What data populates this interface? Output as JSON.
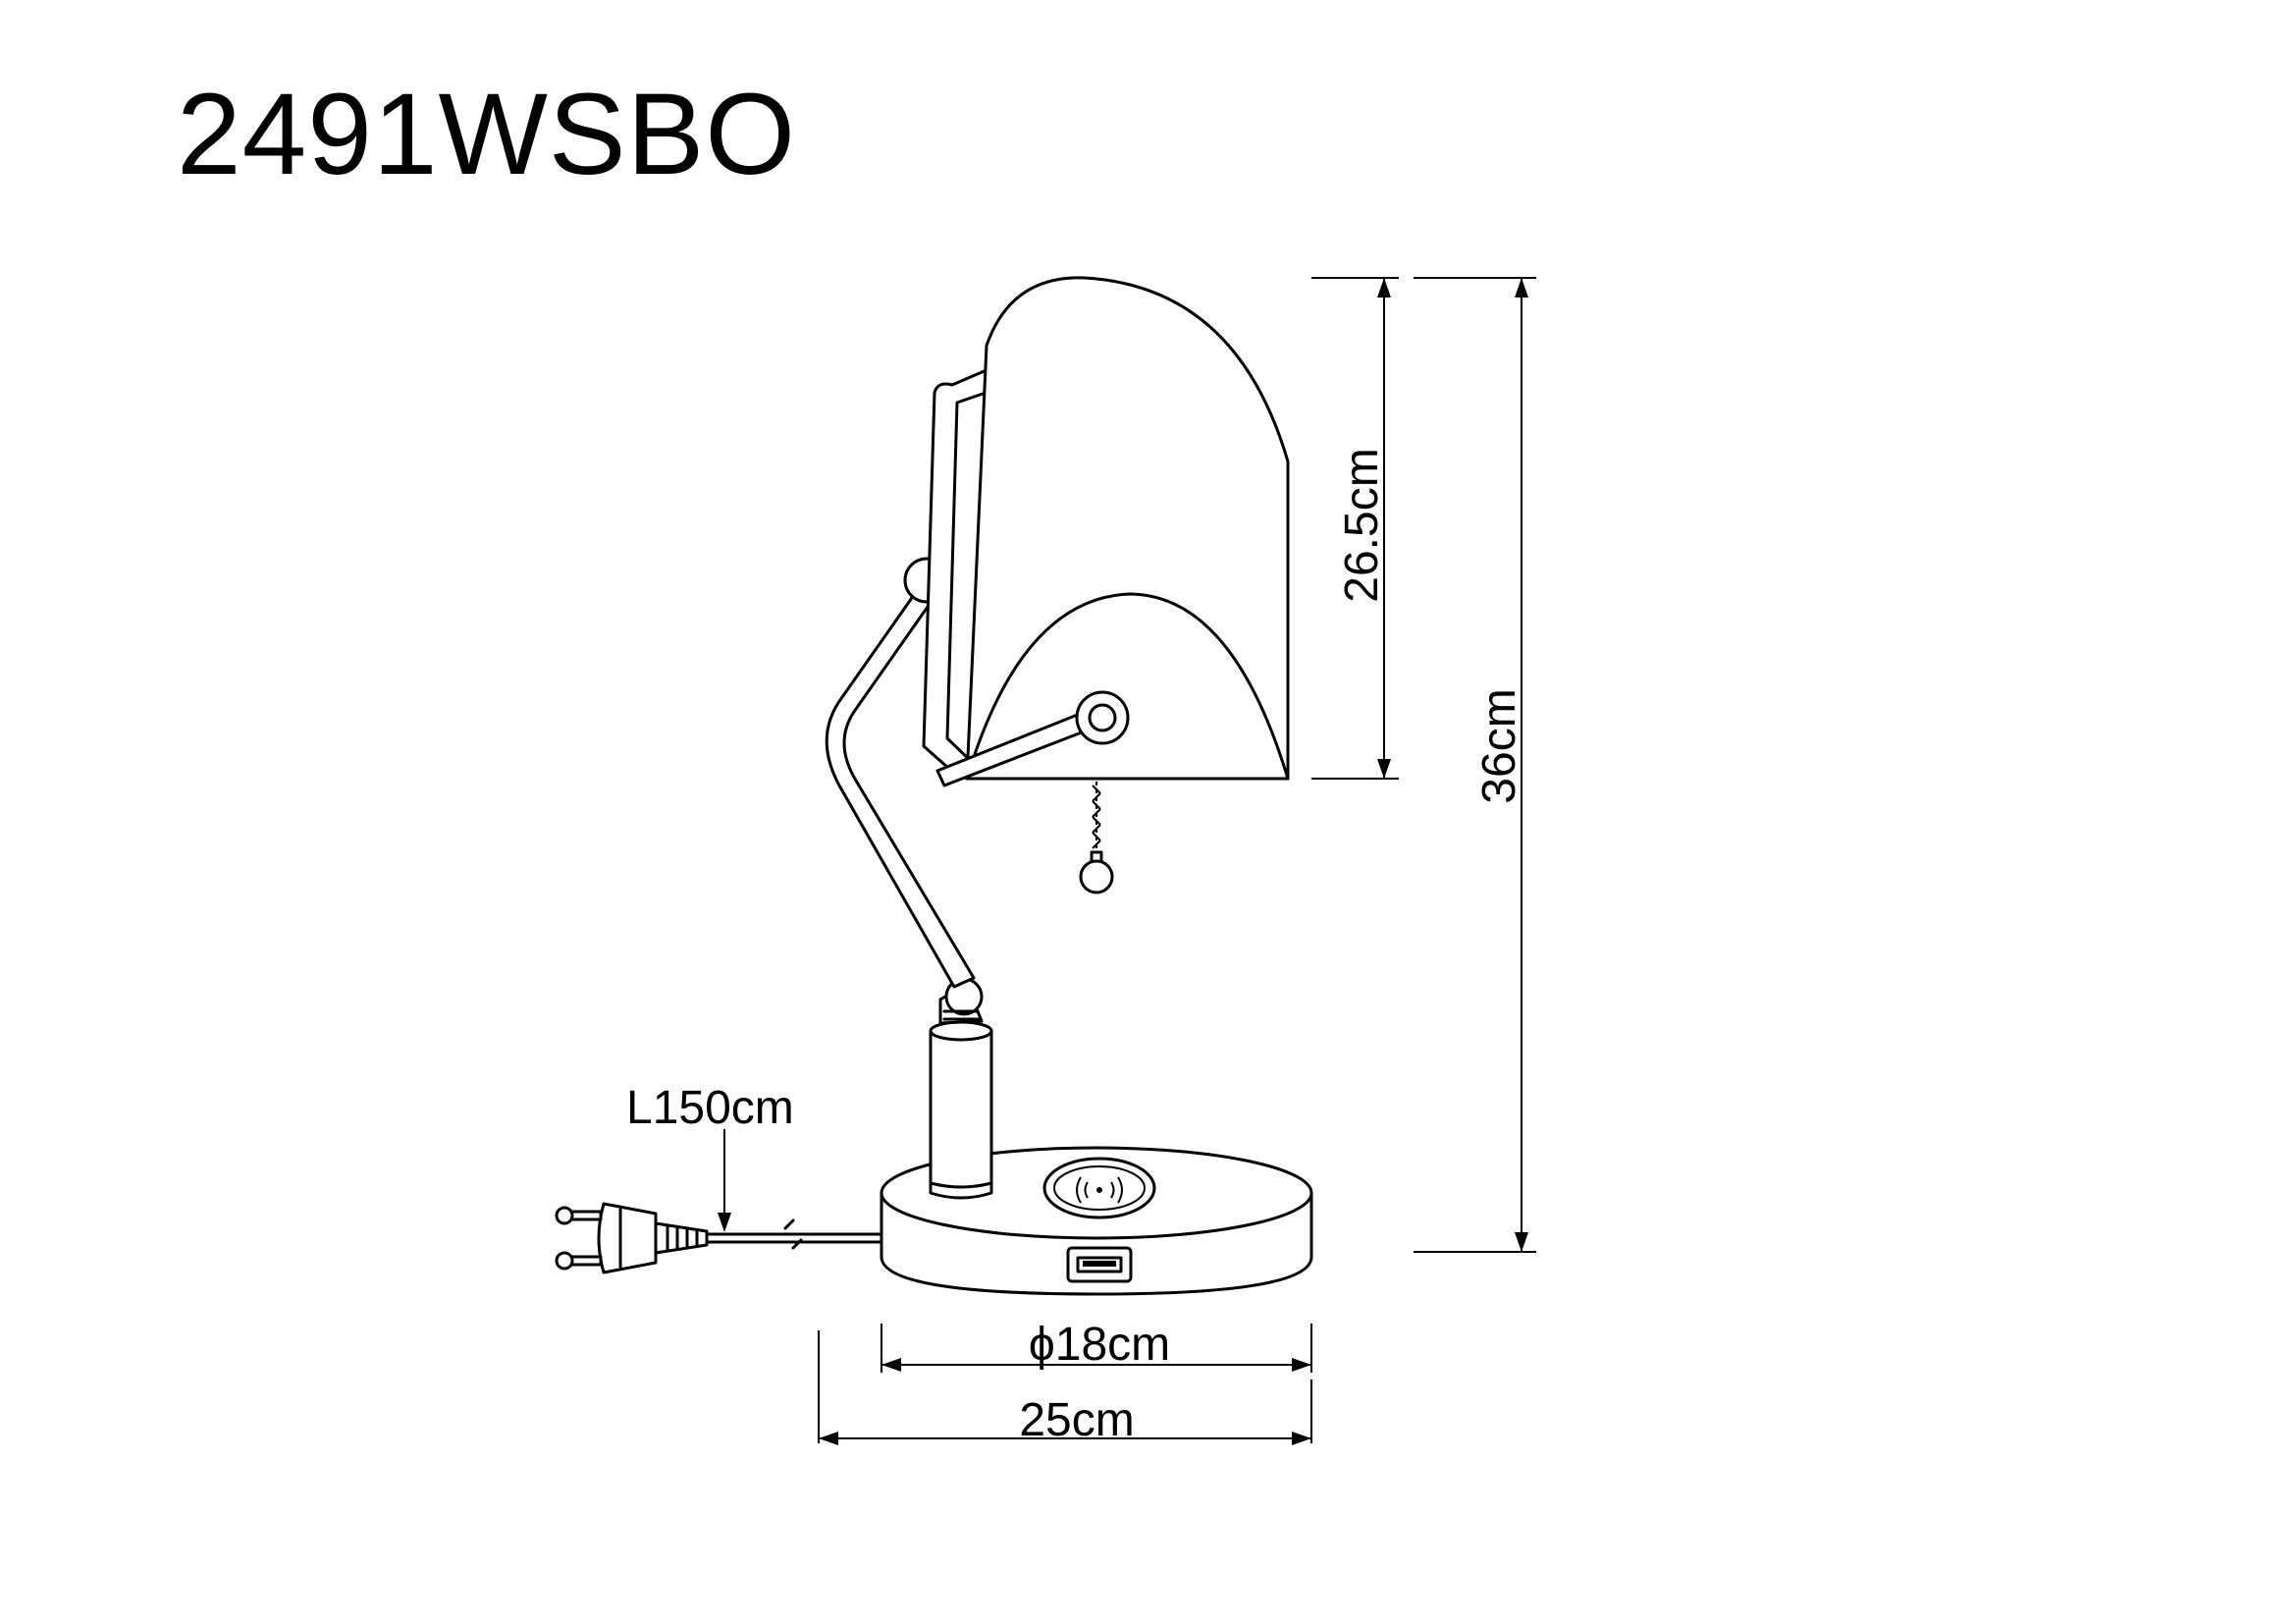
{
  "product": {
    "model_code": "2491WSBO"
  },
  "dimensions": {
    "shade_height": "26.5cm",
    "total_height": "36cm",
    "cable_length": "L150cm",
    "base_diameter": "ϕ18cm",
    "total_depth": "25cm"
  },
  "colors": {
    "line": "#000000",
    "background": "#ffffff"
  }
}
